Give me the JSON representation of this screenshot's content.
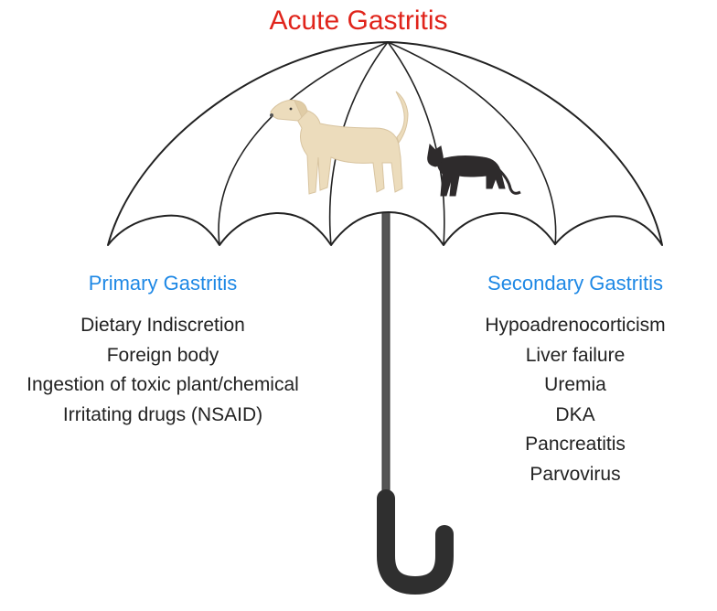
{
  "title": "Acute Gastritis",
  "colors": {
    "title": "#e0241b",
    "heading": "#1e88e5",
    "text": "#222222",
    "handle": "#2f2f2f",
    "shaft": "#555555",
    "dog": "#ecdcbc",
    "cat": "#2e2b2c"
  },
  "icons": [
    "umbrella-icon",
    "dog-icon",
    "cat-icon"
  ],
  "primary": {
    "heading": "Primary Gastritis",
    "items": [
      "Dietary Indiscretion",
      "Foreign body",
      "Ingestion of toxic plant/chemical",
      "Irritating drugs (NSAID)"
    ]
  },
  "secondary": {
    "heading": "Secondary Gastritis",
    "items": [
      "Hypoadrenocorticism",
      "Liver failure",
      "Uremia",
      "DKA",
      "Pancreatitis",
      "Parvovirus"
    ]
  }
}
